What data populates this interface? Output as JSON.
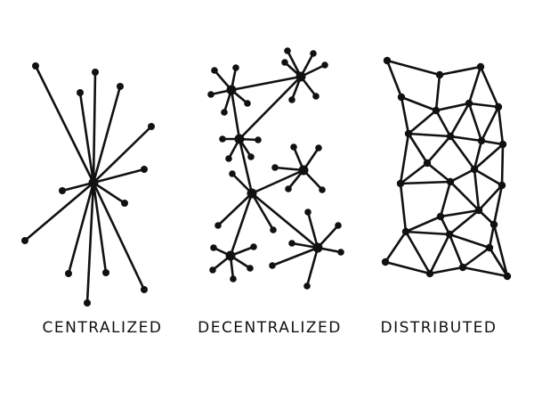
{
  "labels": {
    "centralized": "CENTRALIZED",
    "decentralized": "DECENTRALIZED",
    "distributed": "DISTRIBUTED"
  },
  "colors": {
    "ink": "#111111",
    "background": "#ffffff"
  }
}
